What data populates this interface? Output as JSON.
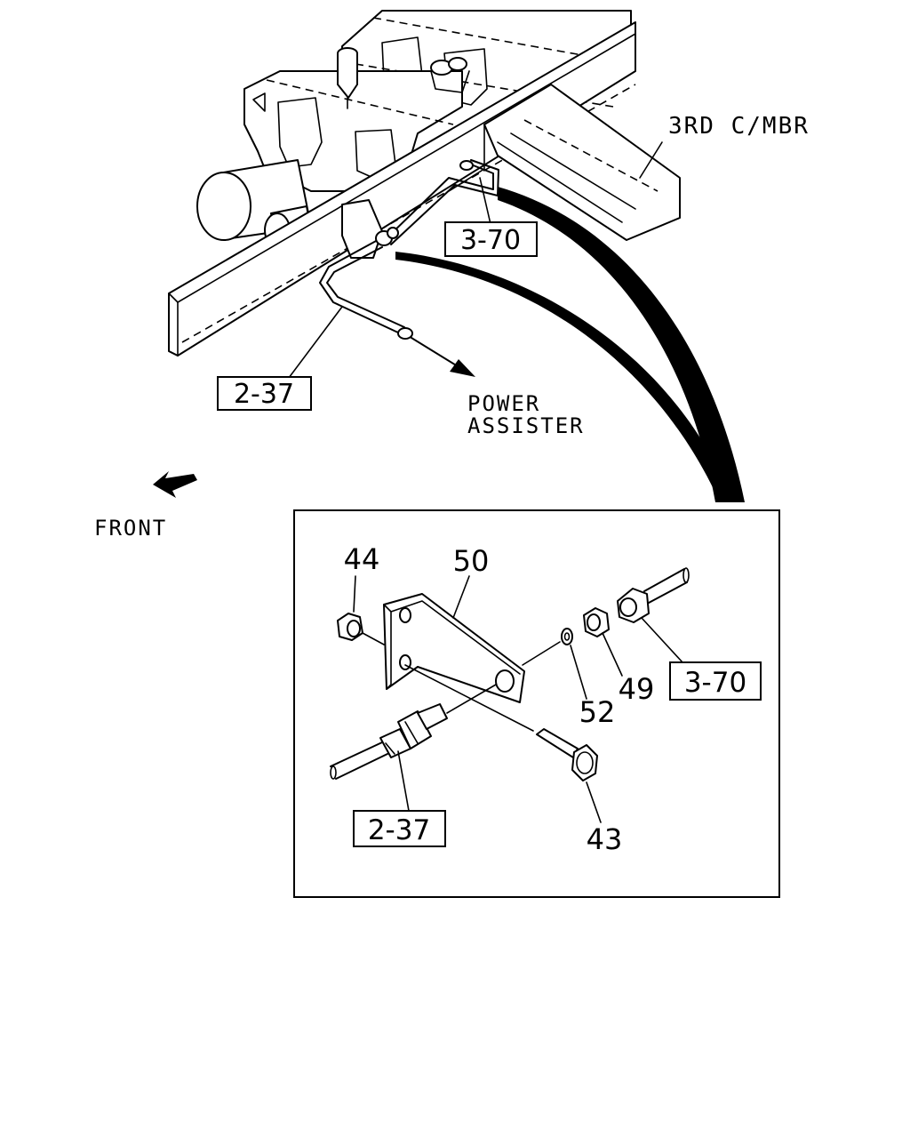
{
  "diagram": {
    "labels": {
      "third_cross_member": "3RD C/MBR",
      "power_assister": [
        "POWER",
        "ASSISTER"
      ],
      "front": "FRONT"
    },
    "reference_boxes": {
      "top_3_70": "3-70",
      "top_2_37": "2-37",
      "detail_3_70": "3-70",
      "detail_2_37": "2-37"
    },
    "part_numbers": {
      "p44": "44",
      "p50": "50",
      "p49": "49",
      "p52": "52",
      "p43": "43"
    }
  }
}
